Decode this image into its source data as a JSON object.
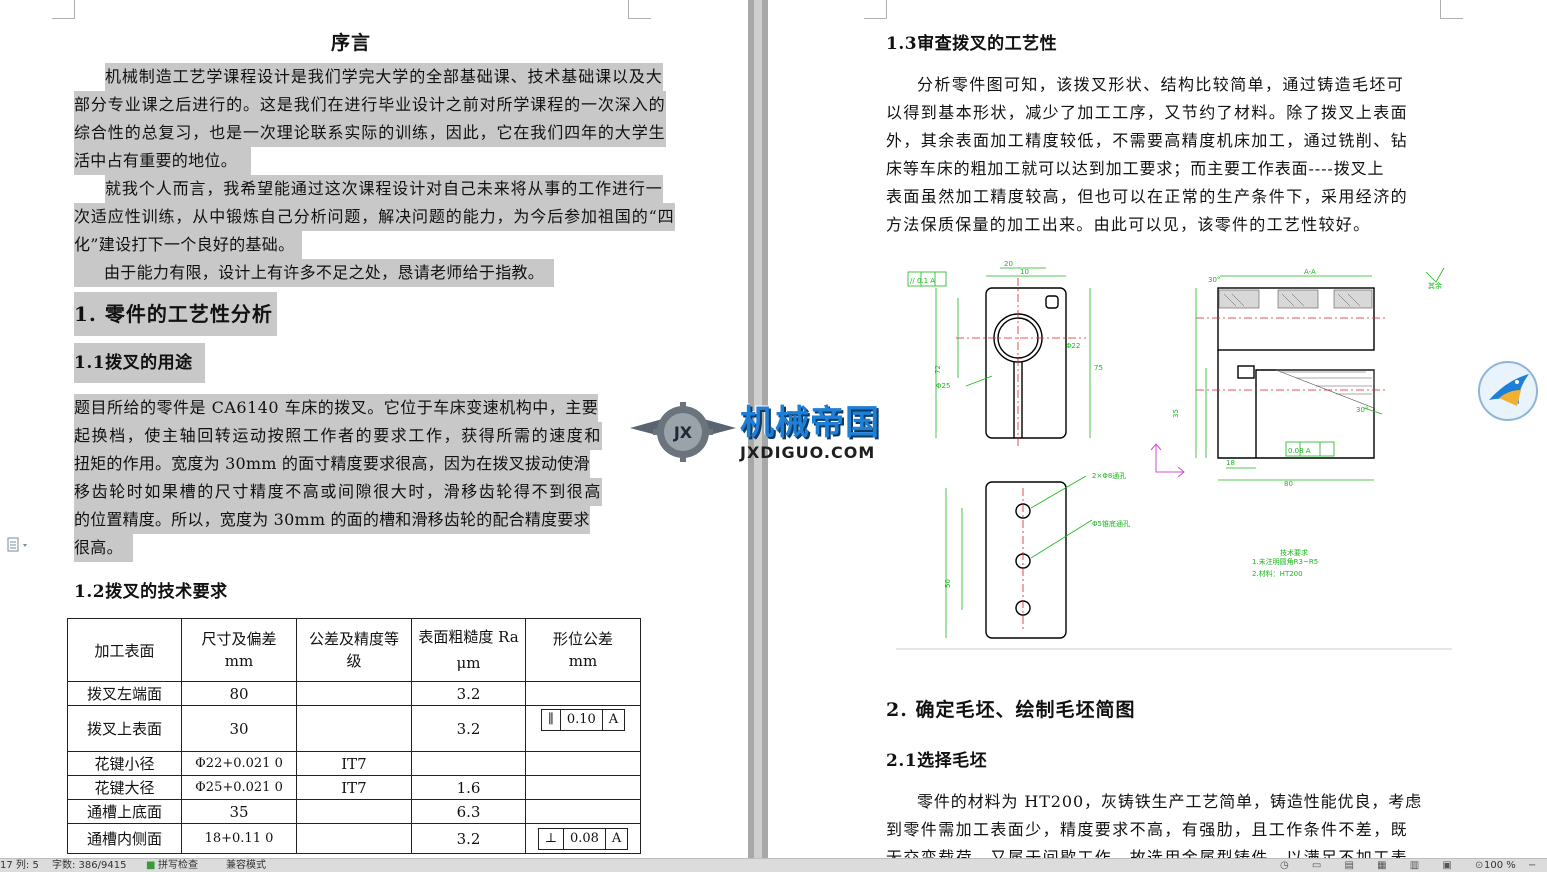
{
  "left_page": {
    "title": "序言",
    "preface": [
      "机械制造工艺学课程设计是我们学完大学的全部基础课、技术基础课以及大",
      "部分专业课之后进行的。这是我们在进行毕业设计之前对所学课程的一次深入的",
      "综合性的总复习，也是一次理论联系实际的训练，因此，它在我们四年的大学生",
      "活中占有重要的地位。",
      "就我个人而言，我希望能通过这次课程设计对自己未来将从事的工作进行一",
      "次适应性训练，从中锻炼自己分析问题，解决问题的能力，为今后参加祖国的“四",
      "化”建设打下一个良好的基础。",
      "由于能力有限，设计上有许多不足之处，恳请老师给于指教。"
    ],
    "heading1": "1. 零件的工艺性分析",
    "heading1_1": "1.1拨叉的用途",
    "usage": [
      "题目所给的零件是 CA6140 车床的拨叉。它位于车床变速机构中，主要",
      "起换档，使主轴回转运动按照工作者的要求工作，获得所需的速度和",
      "扭矩的作用。宽度为 30mm 的面寸精度要求很高，因为在拨叉拔动使滑",
      "移齿轮时如果槽的尺寸精度不高或间隙很大时，滑移齿轮得不到很高",
      "的位置精度。所以，宽度为 30mm 的面的槽和滑移齿轮的配合精度要求",
      "很高。"
    ],
    "heading1_2": "1.2拨叉的技术要求",
    "table": {
      "headers": [
        "加工表面",
        "尺寸及偏差\nmm",
        "公差及精度等\n级",
        "表面粗糙度 Ra\nμm",
        "形位公差\nmm"
      ],
      "rows": [
        {
          "surface": "拨叉左端面",
          "size": "80",
          "grade": "",
          "ra": "3.2",
          "tol": []
        },
        {
          "surface": "拨叉上表面",
          "size": "30",
          "grade": "",
          "ra": "3.2",
          "tol": [
            "∥",
            "0.10",
            "A"
          ]
        },
        {
          "surface": "花键小径",
          "size": "Φ22+0.021 0",
          "grade": "IT7",
          "ra": "",
          "tol": []
        },
        {
          "surface": "花键大径",
          "size": "Φ25+0.021 0",
          "grade": "IT7",
          "ra": "1.6",
          "tol": []
        },
        {
          "surface": "通槽上底面",
          "size": "35",
          "grade": "",
          "ra": "6.3",
          "tol": []
        },
        {
          "surface": "通槽内侧面",
          "size": "18+0.11 0",
          "grade": "",
          "ra": "3.2",
          "tol": [
            "⊥",
            "0.08",
            "A"
          ]
        }
      ]
    }
  },
  "right_page": {
    "heading1_3": "1.3审查拨叉的工艺性",
    "analysis": [
      "分析零件图可知，该拨叉形状、结构比较简单，通过铸造毛坯可",
      "以得到基本形状，减少了加工工序，又节约了材料。除了拨叉上表面",
      "外，其余表面加工精度较低，不需要高精度机床加工，通过铣削、钻",
      "床等车床的粗加工就可以达到加工要求；而主要工作表面----拨叉上",
      "表面虽然加工精度较高，但也可以在正常的生产条件下，采用经济的",
      "方法保质保量的加工出来。由此可以见，该零件的工艺性较好。"
    ],
    "heading2": "2. 确定毛坯、绘制毛坯简图",
    "heading2_1": "2.1选择毛坯",
    "blank": [
      "零件的材料为 HT200，灰铸铁生产工艺简单，铸造性能优良，考虑",
      "到零件需加工表面少，精度要求不高，有强肋，且工作条件不差，既",
      "无交变载荷，又属于间歇工作，故选用金属型铸件，以满足不加工表"
    ],
    "drawing": {
      "section_label": "A-A",
      "notes_title": "技术要求",
      "notes": [
        "1.未注明圆角R3~R5",
        "2.材料：HT200"
      ],
      "callouts": [
        "2×Φ8通孔",
        "Φ5锥底通孔"
      ]
    }
  },
  "watermark": {
    "cn": "机械帝国",
    "en": "JXDIGUO.COM",
    "badge": "JX"
  },
  "status_bar": {
    "position": "17  列: 5",
    "words": "字数: 386/9415",
    "spell": "拼写检查",
    "mode": "兼容模式",
    "zoom": "100 %"
  },
  "colors": {
    "highlight": "#c8c8c8",
    "drawing_green": "#19b81c",
    "drawing_red": "#e02020",
    "watermark_blue": "#1e7fd6"
  }
}
